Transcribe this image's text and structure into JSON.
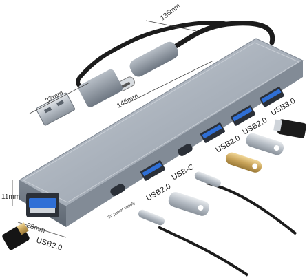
{
  "dimensions": {
    "cable_length": "135mm",
    "hub_length": "145mm",
    "plug_length": "37mm",
    "height": "11mm",
    "width": "28mm"
  },
  "ports": {
    "usb2_front": "USB2.0",
    "usb_c": "USB-C",
    "usb2_a": "USB2.0",
    "usb2_b": "USB2.0",
    "usb3": "USB3.0",
    "usb2_side": "USB2.0",
    "power_note": "5V power supply"
  },
  "colors": {
    "hub_body": "#8e97a3",
    "hub_top": "#b8bfc8",
    "cable": "#1c1c1c",
    "port_blue": "#2f6fd6",
    "gold": "#c9a45a"
  }
}
